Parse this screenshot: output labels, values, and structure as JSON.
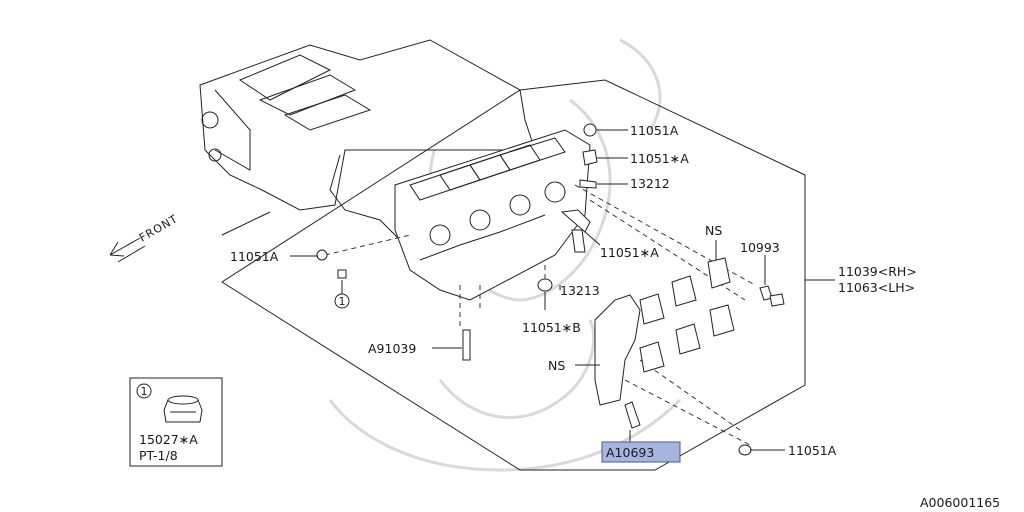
{
  "diagram": {
    "parts": {
      "p1": "11051A",
      "p2": "11051∗A",
      "p3": "13212",
      "p4": "11051∗A",
      "p5": "NS",
      "p6": "10993",
      "p7": "11039<RH>",
      "p8": "11063<LH>",
      "p9": "11051A",
      "p10": "13213",
      "p11": "11051∗B",
      "p12": "A91039",
      "p13": "NS",
      "p14": "A10693",
      "p15": "11051A"
    },
    "front_label": "FRONT",
    "callout_number": "1",
    "inset": {
      "number": "1",
      "part": "15027∗A",
      "spec": "PT-1/8"
    },
    "figure_id": "A006001165",
    "highlight_color": "#a6b4de"
  }
}
